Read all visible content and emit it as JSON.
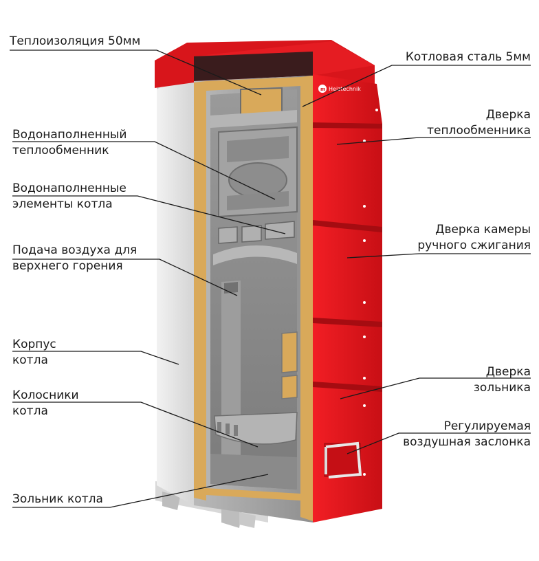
{
  "labels": {
    "insulation": "Теплоизоляция  50мм",
    "steel": "Котловая сталь 5мм",
    "exchanger_1": "Водонаполненный",
    "exchanger_2": "теплообменник",
    "elements_1": "Водонаполненные",
    "elements_2": "элементы котла",
    "air_1": "Подача воздуха для",
    "air_2": "верхнего горения",
    "body_1": "Корпус",
    "body_2": "котла",
    "grate_1": "Колосники",
    "grate_2": "котла",
    "ashpit": "Зольник котла",
    "door_exchanger_1": "Дверка",
    "door_exchanger_2": "теплообменника",
    "door_chamber_1": "Дверка камеры",
    "door_chamber_2": "ручного сжигания",
    "door_ash_1": "Дверка",
    "door_ash_2": "зольника",
    "damper_1": "Регулируемая",
    "damper_2": "воздушная заслонка"
  },
  "logo_text": "Heiztechnik",
  "colors": {
    "casing_red": "#e0141b",
    "casing_dark_red": "#b00d12",
    "insulation": "#d9a95a",
    "steel_grey": "#a8a8a8",
    "interior_grey": "#8c8c8c",
    "side_panel": "#e6e6e6",
    "leader_line": "#1a1a1a"
  }
}
